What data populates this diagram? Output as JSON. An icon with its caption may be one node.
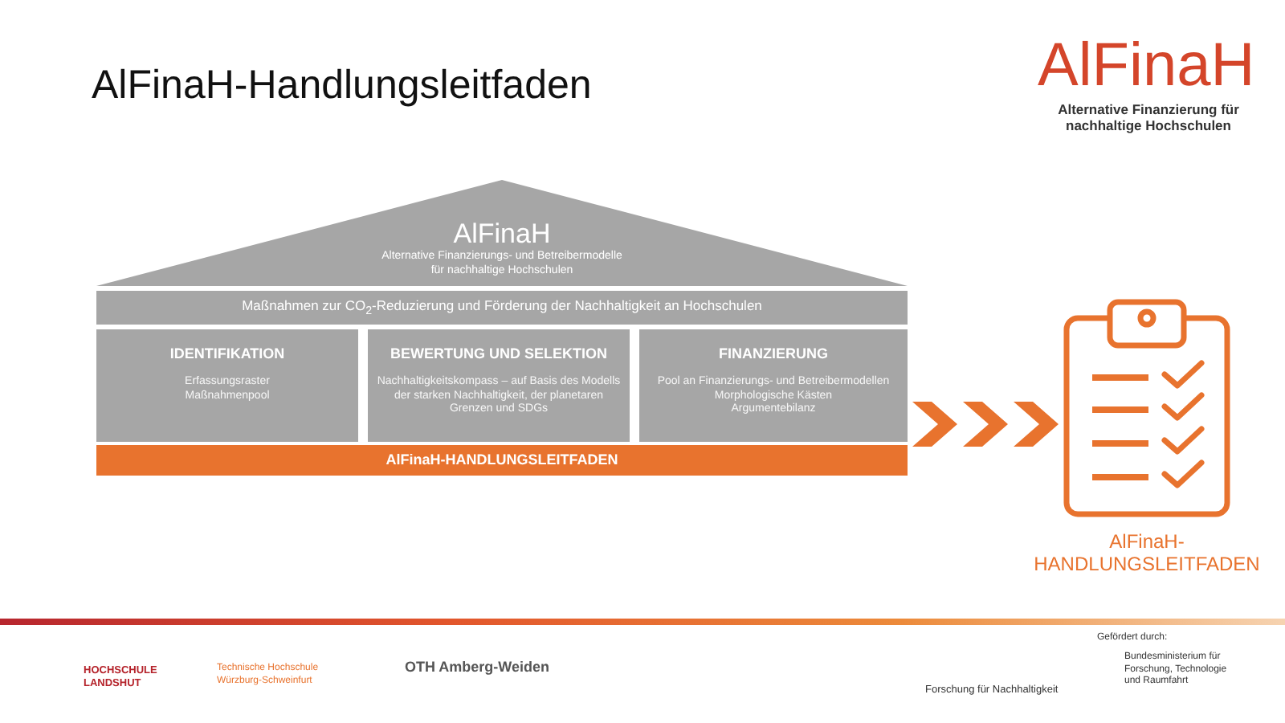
{
  "diagram": {
    "title": "AlFinaH-Handlungsleitfaden",
    "nodes": [
      {
        "text": [
          "AlFinaH",
          "Alternative Finanzierungs- und Betreibermodelle für nachhaltige Hochschulen"
        ]
      },
      {
        "text": [
          "Maßnahmen zur CO$_{2}$-Reduzierung und Förderung der Nachhaltigkeit an Hochschulen"
        ]
      },
      {
        "text": [
          "IDENTIFIKATION",
          "Erfassungsraster",
          "Maßnahmenpool"
        ]
      },
      {
        "text": [
          "BEWERTUNG UND SELEKTION",
          "Nachhaltigkeitskompass – auf Basis des Modells der starken Nachhaltigkeit, der planetaren Grenzen und SDGs"
        ]
      },
      {
        "text": [
          "FINANZIERUNG",
          "Pool an Finanzierungs- und Betreibermodellen",
          "Morphologische Kästen",
          "Argumentebilanz"
        ]
      },
      {
        "text": [
          "AlFinaH-HANDLUNGSLEITFADEN"
        ]
      },
      {
        "text": [],
        "shape": "picture",
        "beside": [
          "AlFinaH- HANDLUNGSLEITFADEN"
        ]
      }
    ],
    "edges": [
      {
        "from": 4,
        "to": 6,
        "arrow": "to"
      }
    ],
    "labels": [
      "AlFinaH",
      "Alternative Finanzierung für nachhaltige Hochschulen",
      "HOCHSCHULE LANDSHUT",
      "Technische Hochschule Würzburg-Schweinfurt",
      "OTH Amberg-Weiden",
      "Forschung für Nachhaltigkeit",
      "Gefördert durch:",
      "Bundesministerium für Forschung, Technologie und Raumfahrt"
    ]
  }
}
